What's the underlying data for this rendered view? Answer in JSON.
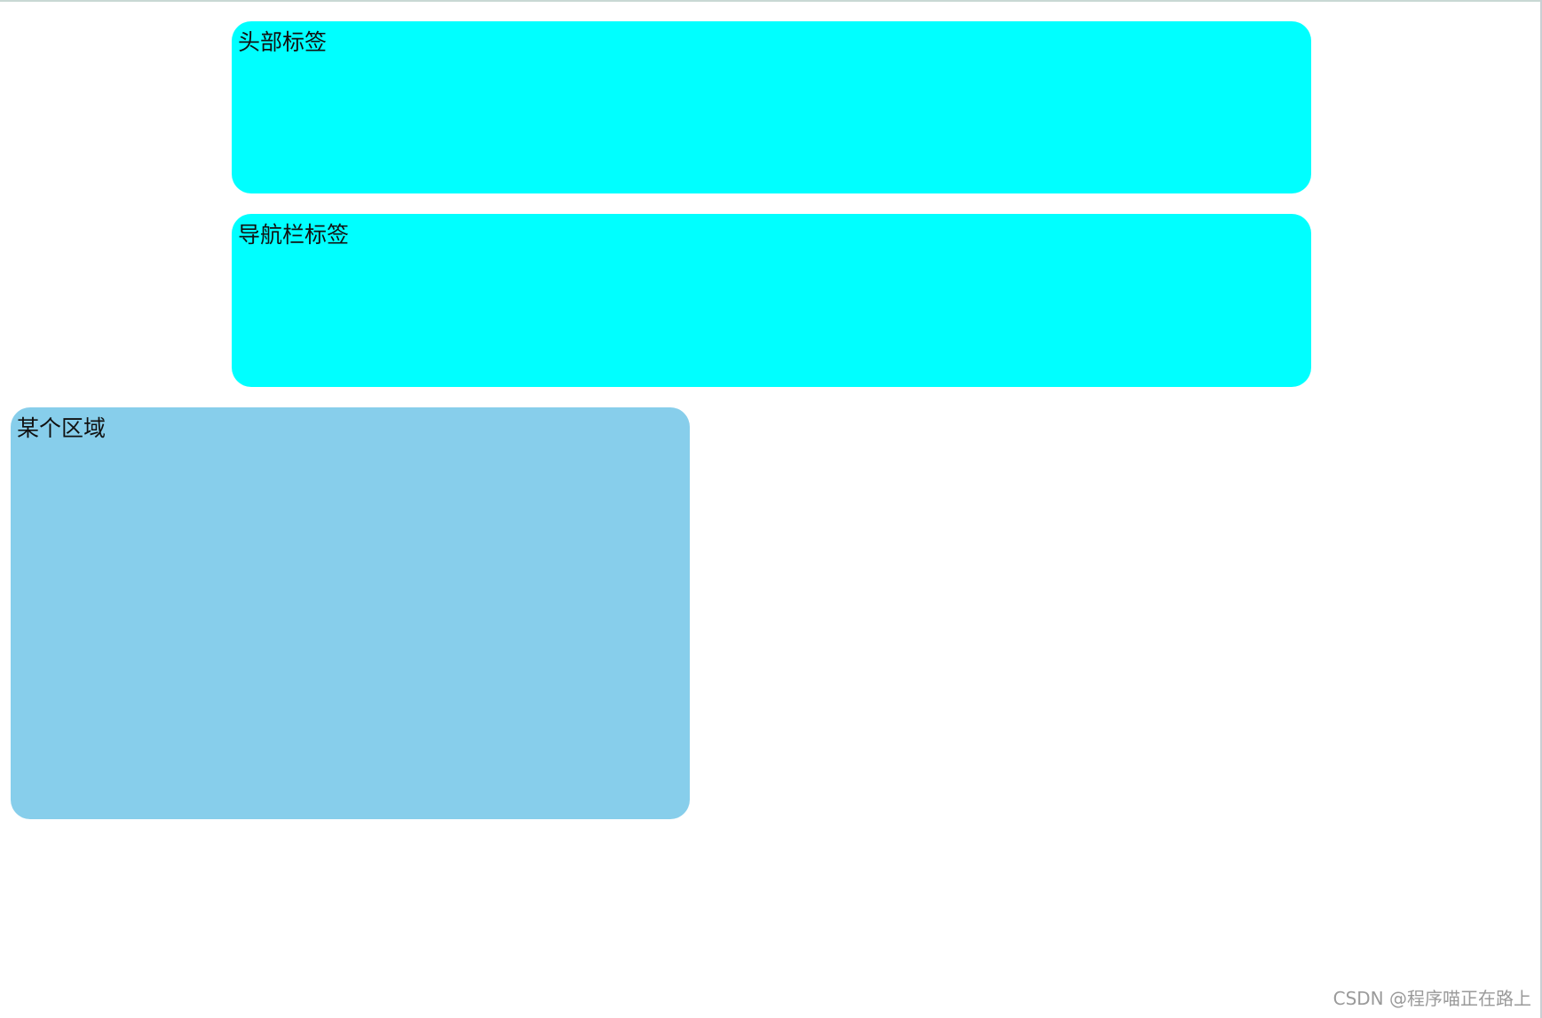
{
  "colors": {
    "header_bg": "#00ffff",
    "nav_bg": "#00ffff",
    "area_bg": "#87ceeb",
    "page_bg": "#ffffff"
  },
  "header": {
    "label": "头部标签"
  },
  "nav": {
    "label": "导航栏标签"
  },
  "area": {
    "label": "某个区域"
  },
  "watermark": {
    "text": "CSDN @程序喵正在路上"
  }
}
